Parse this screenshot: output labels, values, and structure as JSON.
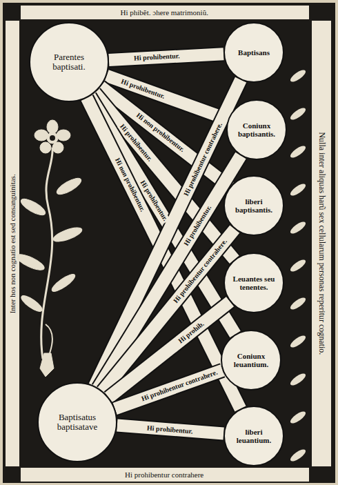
{
  "diagram": {
    "nodes": [
      {
        "text": [
          "Parentes baptisati."
        ]
      },
      {
        "text": [
          "Baptisatus baptisatave"
        ]
      },
      {
        "text": [
          "Baptisans"
        ]
      },
      {
        "text": [
          "Coniunx baptisantis."
        ]
      },
      {
        "text": [
          "liberi baptisantis."
        ]
      },
      {
        "text": [
          "Leuantes seu tenentes."
        ]
      },
      {
        "text": [
          "Coniunx leuantium."
        ]
      },
      {
        "text": [
          "liberi leuantium."
        ]
      }
    ],
    "edges": [
      {
        "from": 0,
        "to": 2,
        "arrow": "none",
        "label": "Hi prohibentur."
      },
      {
        "from": 0,
        "to": 3,
        "arrow": "none",
        "label": "Hi prohibentur."
      },
      {
        "from": 0,
        "to": 4,
        "arrow": "none",
        "label": "Hi non prohibentur."
      },
      {
        "from": 0,
        "to": 5,
        "arrow": "none",
        "label": "Hi prohibentur."
      },
      {
        "from": 0,
        "to": 6,
        "arrow": "none",
        "label": "Hi prohibentur."
      },
      {
        "from": 0,
        "to": 7,
        "arrow": "none",
        "label": "Hi non prohibentur."
      },
      {
        "from": 1,
        "to": 2,
        "arrow": "none",
        "label": "Hi prohibentur contrahere."
      },
      {
        "from": 1,
        "to": 3,
        "arrow": "none",
        "label": "Hi prohibentur."
      },
      {
        "from": 1,
        "to": 4,
        "arrow": "none",
        "label": "Hi prohibentur contrahere."
      },
      {
        "from": 1,
        "to": 5,
        "arrow": "none",
        "label": "Hi prohib."
      },
      {
        "from": 1,
        "to": 6,
        "arrow": "none",
        "label": "Hi prohibentur contrahere."
      },
      {
        "from": 1,
        "to": 7,
        "arrow": "none",
        "label": "Hi prohibentur."
      }
    ],
    "labels": [
      "Hi phibẽt. ɔhere matrimoniũ.",
      "Hi prohibentur contrahere",
      "Nulla inter aliquas harũ sex cellularum personas reperitur cognatio.",
      "Inter hos non cognatio est sed consanguinitas."
    ]
  }
}
